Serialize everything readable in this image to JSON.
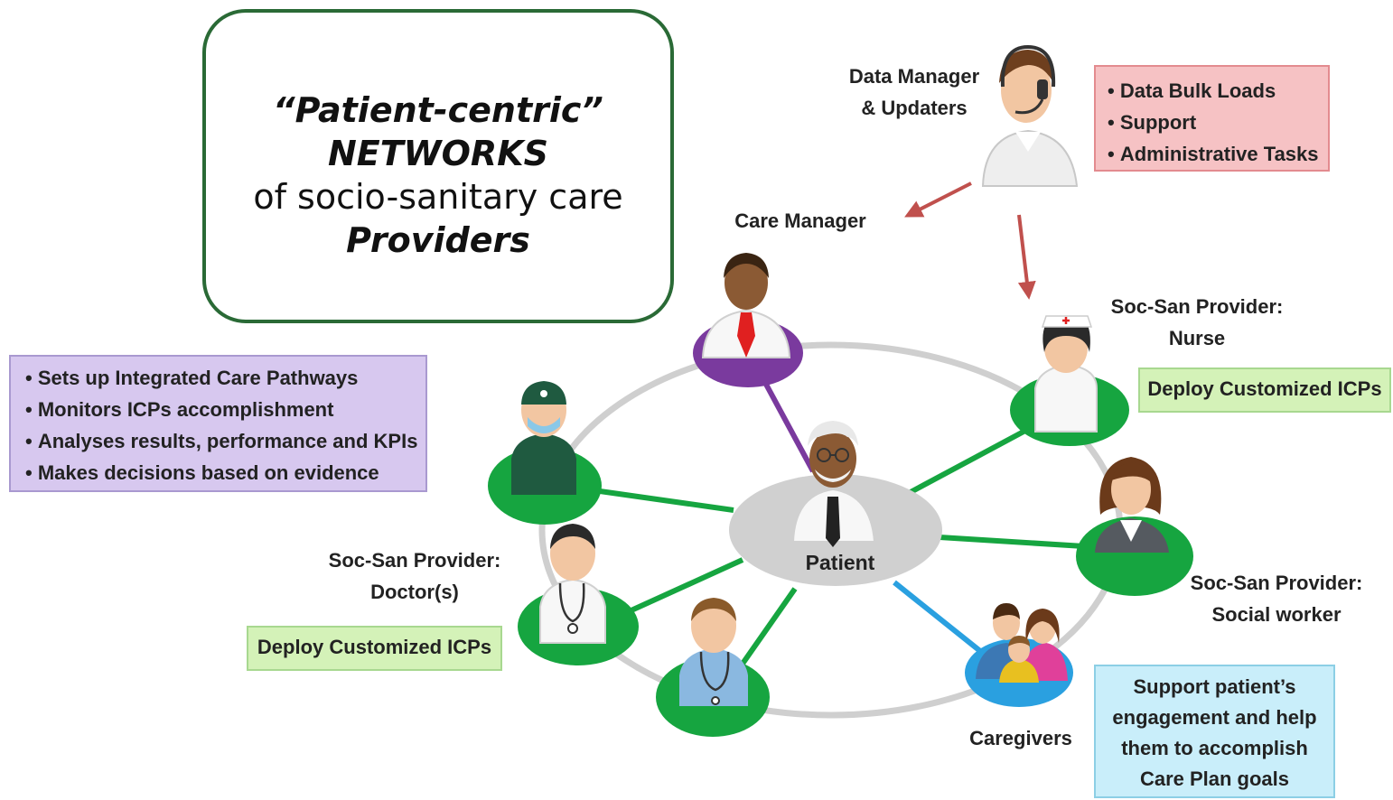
{
  "title": {
    "line1": "“Patient-centric”",
    "line2": "NETWORKS",
    "line3": "of socio-sanitary care",
    "line4": "Providers"
  },
  "nodes": {
    "data_manager": {
      "line1": "Data Manager",
      "line2": "& Updaters"
    },
    "care_manager": {
      "label": "Care Manager"
    },
    "nurse": {
      "line1": "Soc-San Provider:",
      "line2": "Nurse"
    },
    "social_worker": {
      "line1": "Soc-San Provider:",
      "line2": "Social worker"
    },
    "doctor": {
      "line1": "Soc-San Provider:",
      "line2": "Doctor(s)"
    },
    "patient": {
      "label": "Patient"
    },
    "caregivers": {
      "label": "Caregivers"
    }
  },
  "data_manager_tasks": [
    "Data Bulk Loads",
    "Support",
    "Administrative Tasks"
  ],
  "care_manager_tasks": [
    "Sets up Integrated Care Pathways",
    "Monitors ICPs accomplishment",
    "Analyses results, performance and KPIs",
    "Makes decisions based on evidence"
  ],
  "nurse_action": "Deploy Customized ICPs",
  "doctor_action": "Deploy Customized ICPs",
  "caregiver_support": {
    "line1": "Support patient’s",
    "line2": "engagement and help",
    "line3": "them to accomplish",
    "line4": "Care Plan goals"
  },
  "colors": {
    "title_border": "#2a6a36",
    "ring": "#cccccc",
    "provider_node": "#16a540",
    "care_manager_node": "#7a3a9e",
    "caregiver_node": "#2aa0e0",
    "arrow": "#c0504d"
  },
  "icons": {
    "data_manager": "headset-operator-icon",
    "care_manager": "manager-with-red-tie-icon",
    "nurse": "nurse-icon",
    "social_worker": "woman-in-suit-icon",
    "doctor": "doctor-with-stethoscope-icon",
    "surgeon": "surgeon-with-mask-icon",
    "health_worker": "health-worker-with-stethoscope-icon",
    "patient": "elderly-man-icon",
    "caregivers": "family-group-icon"
  }
}
